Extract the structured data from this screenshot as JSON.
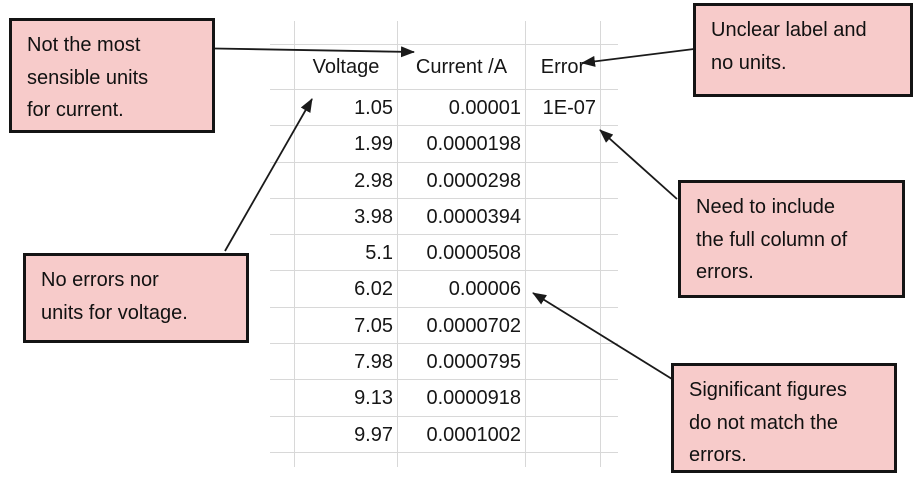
{
  "figure": {
    "description_label": "Annotated spreadsheet of voltage and current measurements"
  },
  "colors": {
    "box_fill": "#f7cbca",
    "box_border": "#141414",
    "grid_line": "#d8d8d8",
    "cell_text": "#161616"
  },
  "chart_data": {
    "type": "table",
    "columns": [
      "Voltage",
      "Current /A",
      "Error"
    ],
    "rows": [
      [
        "1.05",
        "0.00001",
        "1E-07"
      ],
      [
        "1.99",
        "0.0000198",
        ""
      ],
      [
        "2.98",
        "0.0000298",
        ""
      ],
      [
        "3.98",
        "0.0000394",
        ""
      ],
      [
        "5.1",
        "0.0000508",
        ""
      ],
      [
        "6.02",
        "0.00006",
        ""
      ],
      [
        "7.05",
        "0.0000702",
        ""
      ],
      [
        "7.98",
        "0.0000795",
        ""
      ],
      [
        "9.13",
        "0.0000918",
        ""
      ],
      [
        "9.97",
        "0.0001002",
        ""
      ]
    ]
  },
  "annotations": [
    {
      "id": "current-units",
      "text": "Not the most\nsensible units\nfor current."
    },
    {
      "id": "error-label",
      "text": "Unclear label and\nno units."
    },
    {
      "id": "voltage-column",
      "text": "No errors nor\nunits for voltage."
    },
    {
      "id": "error-column",
      "text": "Need to include\nthe full column of\nerrors."
    },
    {
      "id": "sig-figs",
      "text": "Significant figures\ndo not match the\nerrors."
    }
  ]
}
